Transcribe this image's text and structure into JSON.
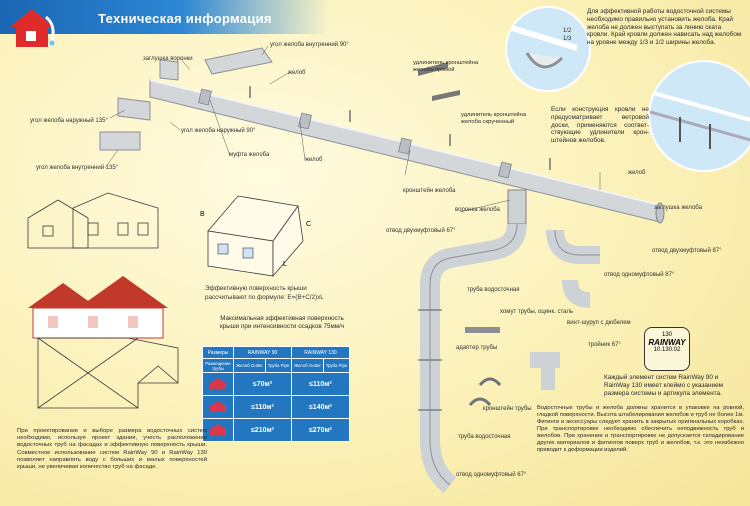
{
  "header": {
    "title": "Техническая информация"
  },
  "labels": {
    "zaglushka_voronki": "заглушка воронки",
    "ugol_vnutr_90": "угол желоба внутренний 90°",
    "ugol_nar_135": "угол желоба наружный 135°",
    "zhelob1": "желоб",
    "ugol_nar_90": "угол желоба наружный 90°",
    "ugol_vnutr_135": "угол желоба внутренний 135°",
    "mufta": "муфта желоба",
    "zhelob2": "желоб",
    "udl_kronsh_pryam": "удлинитель кронштейна желоба прямой",
    "udl_kronsh_skruch": "удлинитель кронштейна желоба скрученный",
    "kronshtein": "кронштейн желоба",
    "voronka": "воронка желоба",
    "zhelob3": "желоб",
    "zaglushka_zheloba": "заглушка желоба",
    "otvod_dvumuft_67": "отвод двухмуфтовый 67°",
    "otvod_dvumuft_87": "отвод двухмуфтовый 87°",
    "otvod_odnomuft_87": "отвод одномуфтовый 87°",
    "truba": "труба водосточная",
    "khomut": "хомут трубы, оцинк. сталь",
    "vint": "винт-шуруп с дюбелем",
    "adapter": "адаптер трубы",
    "troinik": "тройник 67°",
    "kronsh_truby": "кронштейн трубы",
    "truba2": "труба водосточная",
    "otvod_odnomuft_67": "отвод одномуфтовый 67°"
  },
  "info_top": "Для эффективной работы водосточной системы необходимо правильно установить желоба. Край желоба не должен выступать за линию ската кровли. Край кровли должен нависать над желобом на уровне между 1/3 и 1/2 ширины желоба.",
  "info_mid": "Если конструкция кровли не предусматривает ветровой доски, применяются соответ-ствующие удлинители крон-штейнов желобов.",
  "formula": {
    "line1": "Эффективную поверхность крыши",
    "line2": "рассчитывают по формуле: E=(B+C/2)xL"
  },
  "table_caption": "Максимальная эффективная поверхность крыши при интенсивности осадков 75мм/ч",
  "table": {
    "h_sizes": "Размеры",
    "h_rw90": "RAINWAY 90",
    "h_rw130": "RAINWAY 130",
    "h_zhelob": "Желоб Gutter",
    "h_truba": "Труба Pipe",
    "h_placement": "Размещение трубы",
    "rows": [
      {
        "v90": "≤70м²",
        "v130": "≤110м²"
      },
      {
        "v90": "≤110м²",
        "v130": "≤140м²"
      },
      {
        "v90": "≤210м²",
        "v130": "≤270м²"
      }
    ]
  },
  "code_box": {
    "size": "130",
    "brand": "RAINWAY",
    "code": "10.130.02"
  },
  "info_brand": "Каждый элемент систем RainWay 90 и RainWay 130 имеет клеймо с указанием размера системы и артикула элемента.",
  "info_storage": "Водосточные трубы и желоба должны хранится в упаковке на ровной, гладкой поверхности. Высота штабелирования желобов и труб не более 1м. Фитинги и аксессуары следует хранить в закрытых оригинальных коробках. При транспортировке необходимо обеспечить неподвижность труб и желобов. При хранении и транспортировке не допускается складирование других материалов и фитингов поверх труб и желобов, т.к. это неизбежно приводит к деформации изделий.",
  "info_bottom": "При проектировании и выборе размера водосточных систем необходимо, используя проект здания, учесть расположение водосточных труб на фасадах и эффективную поверхность крыши. Совместное использование систем RainWay 90 и RainWay 130 позволяет направлять воду с больших и малых поверхностей крыши, не увеличивая количество труб на фасаде.",
  "colors": {
    "accent": "#1a66b3",
    "background": "#fbf1b8",
    "pipe": "#c9ced2",
    "house_red": "#c0392b"
  }
}
